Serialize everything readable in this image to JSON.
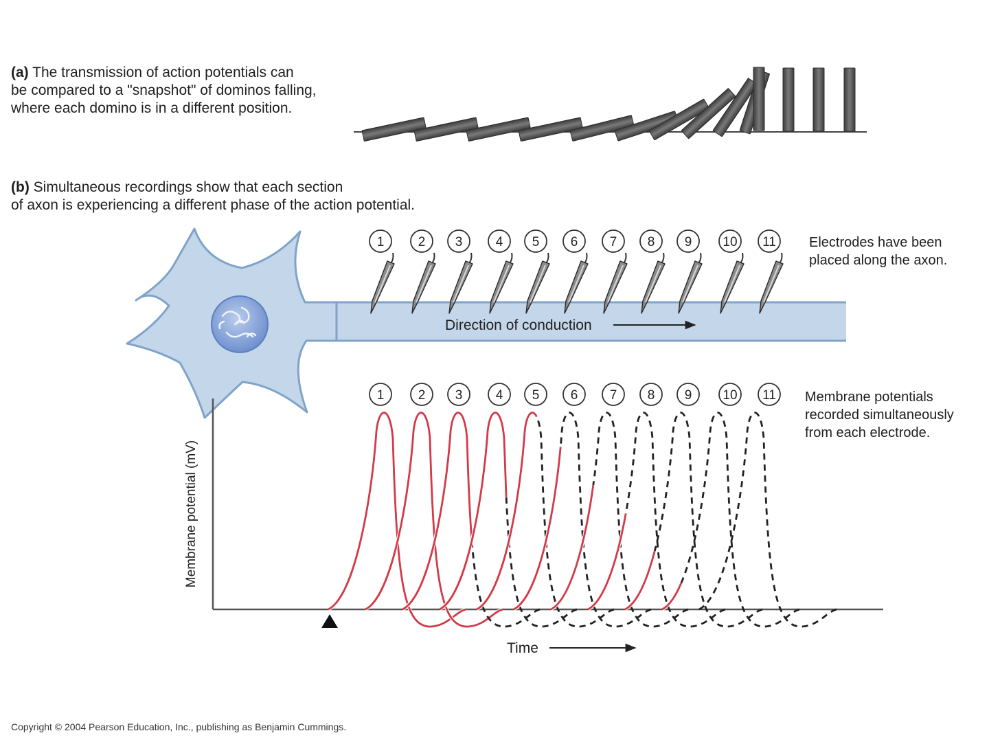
{
  "part_a": {
    "letter": "(a)",
    "lines": [
      "The transmission of action potentials can",
      "be compared to a \"snapshot\" of dominos falling,",
      "where each domino is in a different position."
    ]
  },
  "part_b": {
    "letter": "(b)",
    "lines": [
      "Simultaneous recordings show that each section",
      "of axon is experiencing a different phase of the action potential."
    ]
  },
  "electrodes": {
    "labels": [
      "1",
      "2",
      "3",
      "4",
      "5",
      "6",
      "7",
      "8",
      "9",
      "10",
      "11"
    ],
    "note_lines": [
      "Electrodes have been",
      "placed along the axon."
    ]
  },
  "axon": {
    "direction_label": "Direction of conduction"
  },
  "graph": {
    "labels": [
      "1",
      "2",
      "3",
      "4",
      "5",
      "6",
      "7",
      "8",
      "9",
      "10",
      "11"
    ],
    "note_lines": [
      "Membrane potentials",
      "recorded simultaneously",
      "from each electrode."
    ],
    "ylabel": "Membrane potential (mV)",
    "xlabel": "Time"
  },
  "colors": {
    "neuron_fill": "#c3d6ea",
    "neuron_stroke": "#7fa3c9",
    "trace_red": "#d23a47",
    "trace_dashed": "#222222",
    "domino": "#5a5a5a"
  },
  "copyright": "Copyright © 2004 Pearson Education, Inc., publishing as Benjamin Cummings."
}
